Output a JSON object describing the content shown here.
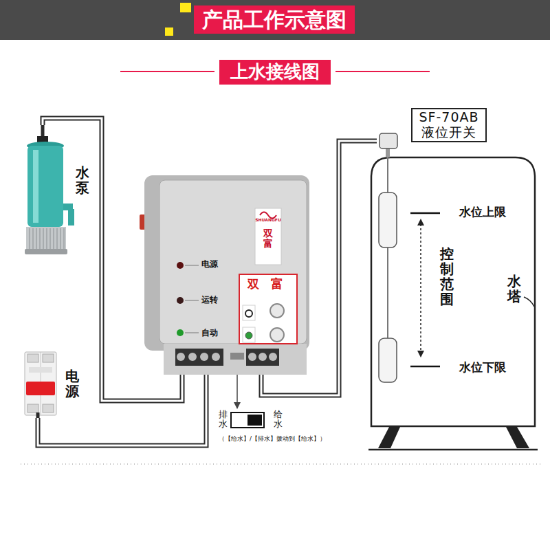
{
  "diagram": {
    "title": "产品工作示意图",
    "nodes": [
      {
        "text": [
          "上水接线图"
        ]
      },
      {
        "text": [
          "水泵"
        ]
      },
      {
        "text": [
          "SHUANGFU",
          "双富",
          "电源",
          "运转",
          "自动"
        ]
      },
      {
        "text": [
          "双",
          "富"
        ],
        "in": 2
      },
      {
        "text": [
          "电源"
        ]
      },
      {
        "text": [
          "排水",
          "给水"
        ]
      },
      {
        "text": [
          "SF-70AB 液位开关"
        ]
      },
      {
        "text": [
          "水塔",
          "水位上限",
          "控制范围",
          "水位下限"
        ]
      }
    ],
    "edges": [
      {
        "from": 1,
        "to": 2,
        "arrow": "none"
      },
      {
        "from": 4,
        "to": 2,
        "arrow": "none"
      },
      {
        "from": 2,
        "to": 5,
        "arrow": "to"
      },
      {
        "from": 2,
        "to": 6,
        "arrow": "none"
      }
    ],
    "labels": [
      "（【给水】/【排水】拨动到【给水】）"
    ]
  }
}
